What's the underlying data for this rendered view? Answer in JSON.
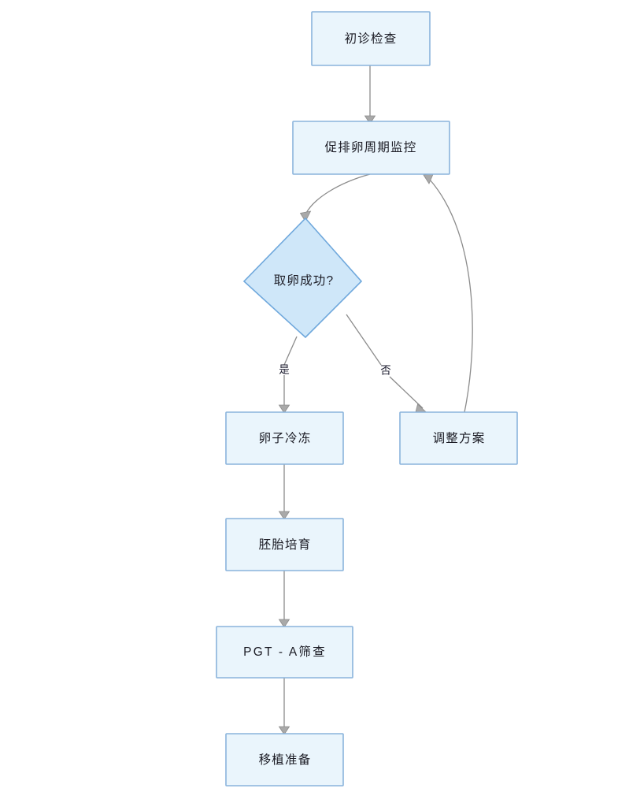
{
  "diagram": {
    "type": "flowchart",
    "title": "",
    "background_color": "#ffffff",
    "node_fill": "#eaf5fc",
    "node_stroke": "#8ab4dc",
    "decision_fill": "#cfe7f9",
    "decision_stroke": "#6fa8dc",
    "edge_color": "#8b8b8b",
    "nodes": [
      {
        "id": "n1",
        "label": "初诊检查",
        "shape": "rect"
      },
      {
        "id": "n2",
        "label": "促排卵周期监控",
        "shape": "rect"
      },
      {
        "id": "n3",
        "label": "取卵成功?",
        "shape": "diamond"
      },
      {
        "id": "n4",
        "label": "卵子冷冻",
        "shape": "rect"
      },
      {
        "id": "n5",
        "label": "调整方案",
        "shape": "rect"
      },
      {
        "id": "n6",
        "label": "胚胎培育",
        "shape": "rect"
      },
      {
        "id": "n7",
        "label": "PGT - A筛查",
        "shape": "rect"
      },
      {
        "id": "n8",
        "label": "移植准备",
        "shape": "rect"
      }
    ],
    "edges": [
      {
        "from": "n1",
        "to": "n2",
        "label": ""
      },
      {
        "from": "n2",
        "to": "n3",
        "label": ""
      },
      {
        "from": "n3",
        "to": "n4",
        "label": "是"
      },
      {
        "from": "n3",
        "to": "n5",
        "label": "否"
      },
      {
        "from": "n5",
        "to": "n2",
        "label": ""
      },
      {
        "from": "n4",
        "to": "n6",
        "label": ""
      },
      {
        "from": "n6",
        "to": "n7",
        "label": ""
      },
      {
        "from": "n7",
        "to": "n8",
        "label": ""
      }
    ],
    "edge_labels": {
      "yes": "是",
      "no": "否"
    }
  }
}
